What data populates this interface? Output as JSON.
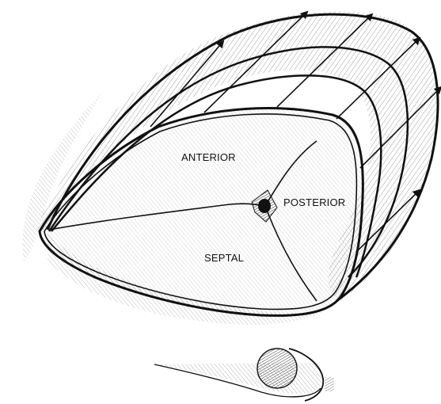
{
  "labels": {
    "anterior": "ANTERIOR",
    "posterior": "POSTERIOR",
    "septal": "SEPTAL"
  },
  "colors": {
    "ink": "#111111",
    "hatch": "#3a3a3a",
    "background": "#ffffff"
  }
}
